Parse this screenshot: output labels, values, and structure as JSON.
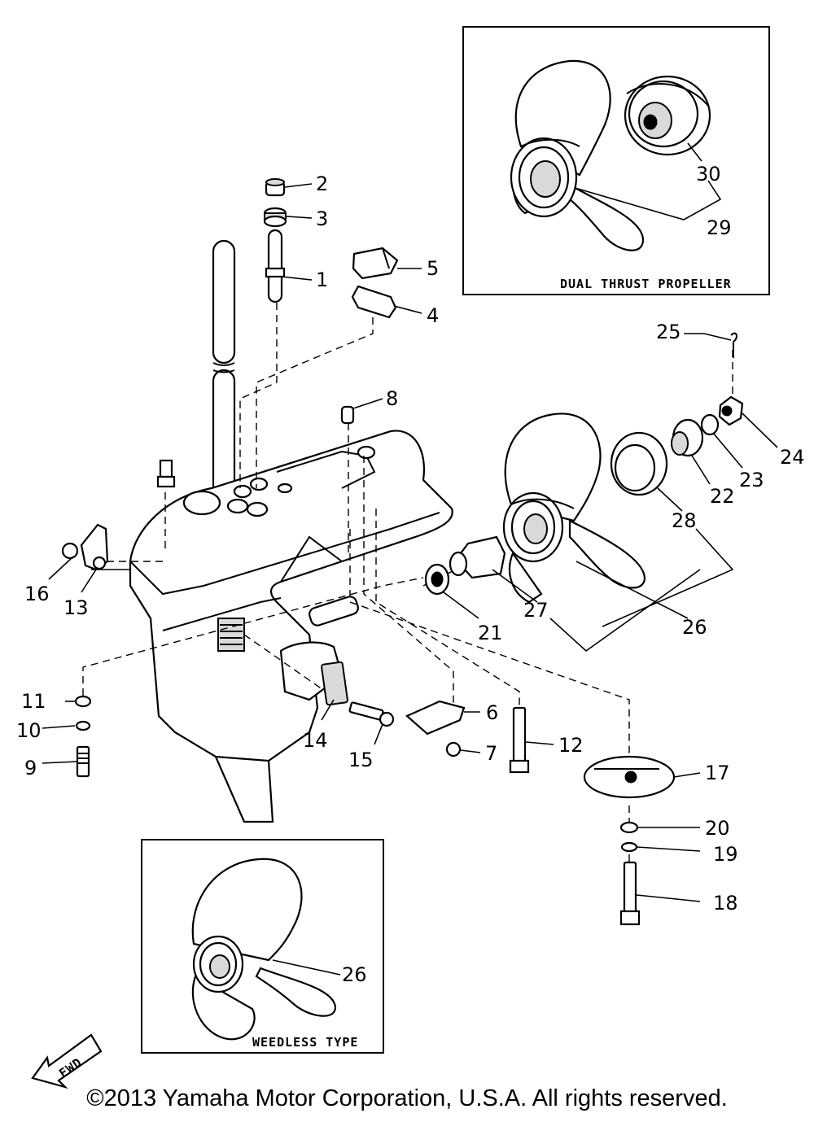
{
  "callouts": {
    "c1": "1",
    "c2": "2",
    "c3": "3",
    "c4": "4",
    "c5": "5",
    "c6": "6",
    "c7": "7",
    "c8": "8",
    "c9": "9",
    "c10": "10",
    "c11": "11",
    "c12": "12",
    "c13": "13",
    "c14": "14",
    "c15": "15",
    "c16": "16",
    "c17": "17",
    "c18": "18",
    "c19": "19",
    "c20": "20",
    "c21": "21",
    "c22": "22",
    "c23": "23",
    "c24": "24",
    "c25": "25",
    "c26a": "26",
    "c26b": "26",
    "c27": "27",
    "c28": "28",
    "c29": "29",
    "c30": "30"
  },
  "boxes": {
    "dual_thrust": "DUAL THRUST PROPELLER",
    "weedless": "WEEDLESS TYPE"
  },
  "fwd_label": "FWD",
  "footer": {
    "copyright": "©2013 Yamaha Motor Corporation, U.S.A. All rights reserved."
  }
}
